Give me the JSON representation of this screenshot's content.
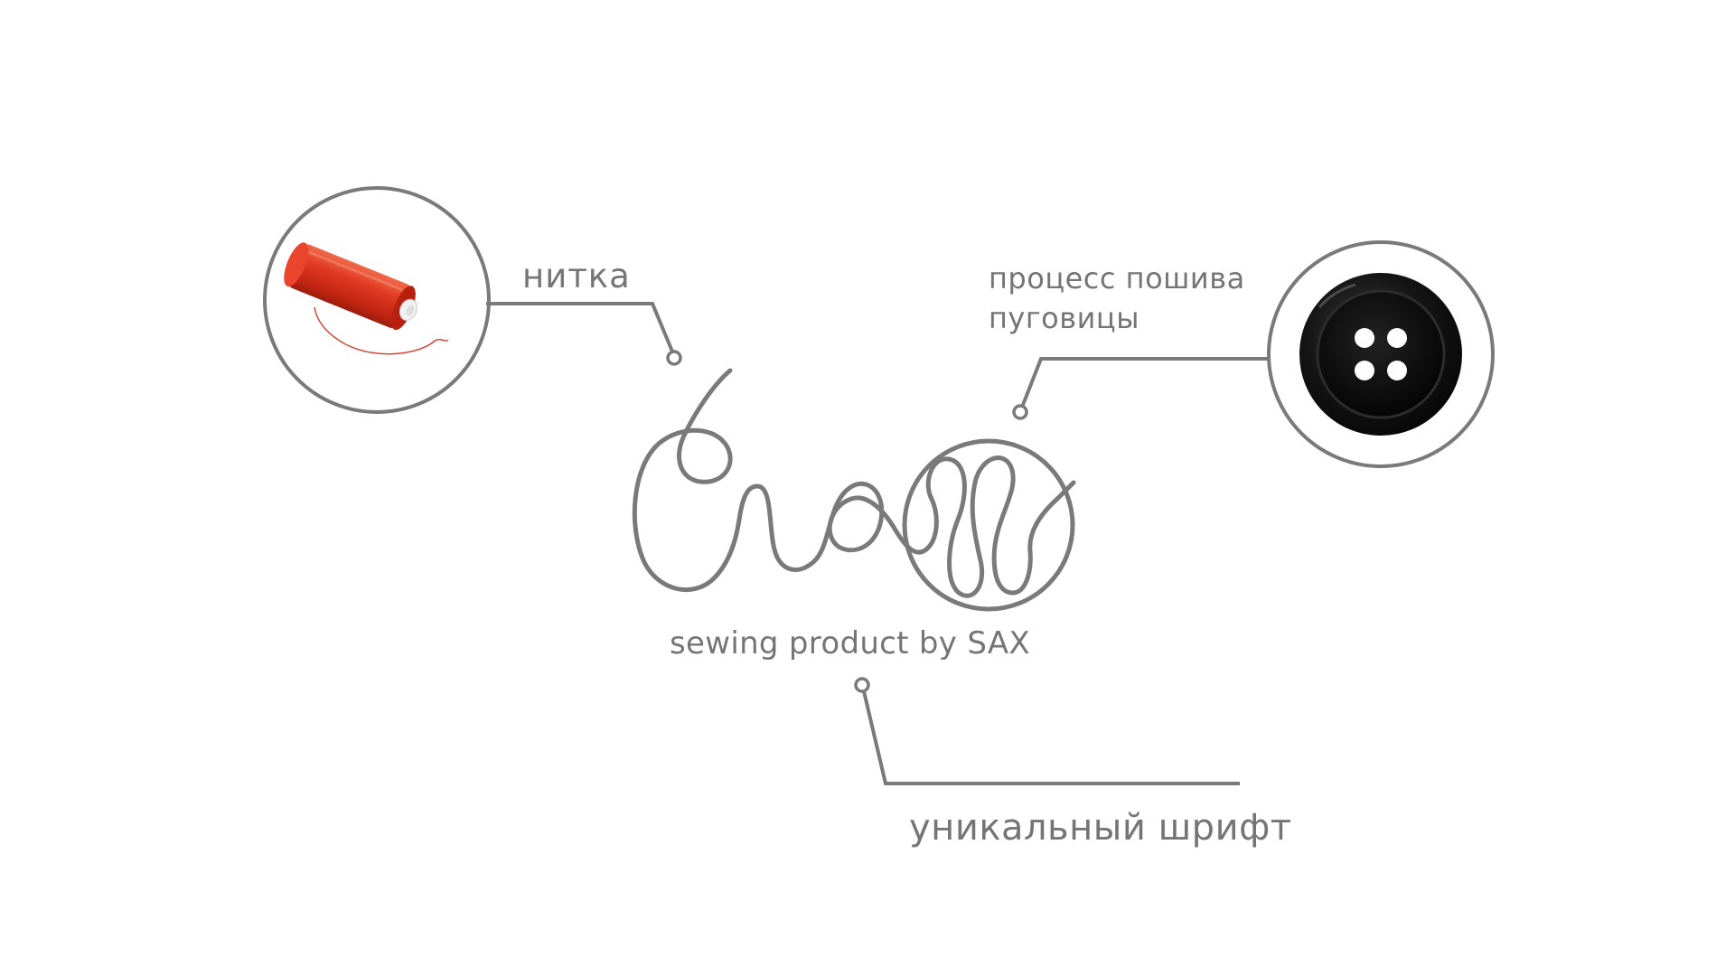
{
  "callouts": {
    "thread_label": "нитка",
    "button_label_line1": "процесс пошива",
    "button_label_line2": "пуговицы",
    "font_label": "уникальный шрифт"
  },
  "logo": {
    "wordmark": "Cross",
    "tagline": "sewing product by SAX"
  },
  "images": {
    "thread_spool": "red-thread-spool",
    "button": "black-four-hole-button"
  },
  "colors": {
    "background": "#ffffff",
    "line": "#7a7a7a",
    "text": "#757575",
    "thread_red": "#d8321e",
    "button_black": "#111111"
  }
}
